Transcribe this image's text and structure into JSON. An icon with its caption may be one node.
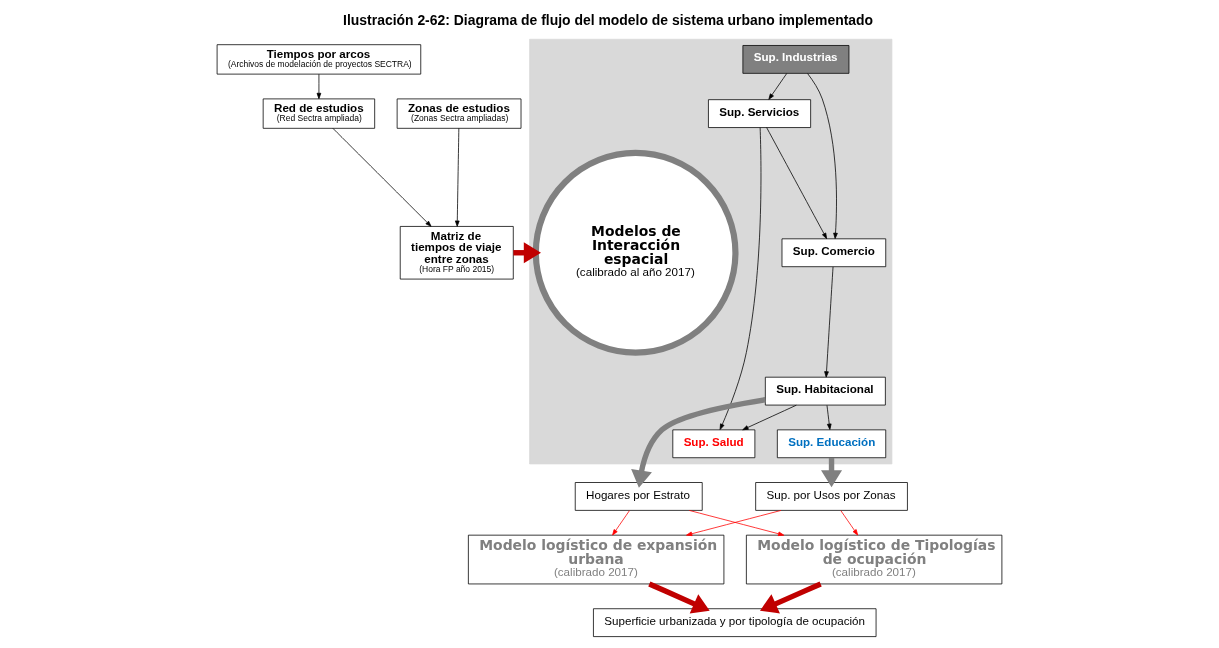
{
  "diagram": {
    "title": "Ilustración 2-62: Diagrama de flujo del modelo de sistema urbano implementado",
    "nodes": [
      {
        "text": [
          "Tiempos por arcos",
          "(Archivos de modelación de proyectos SECTRA)"
        ]
      },
      {
        "text": [
          "Red de estudios",
          "(Red Sectra ampliada)"
        ]
      },
      {
        "text": [
          "Zonas de estudios",
          "(Zonas Sectra ampliadas)"
        ]
      },
      {
        "text": [
          "Matriz de tiempos de viaje entre zonas",
          "(Hora FP año 2015)"
        ]
      },
      {
        "text": [],
        "shape": "box"
      },
      {
        "text": [
          "Modelos de Interacción espacial",
          "(calibrado al año 2017)"
        ],
        "in": 4
      },
      {
        "text": [
          "Sup. Servicios"
        ],
        "in": 4
      },
      {
        "text": [
          "Sup. Industrias"
        ],
        "in": 4
      },
      {
        "text": [
          "Sup. Comercio"
        ],
        "in": 4
      },
      {
        "text": [
          "Sup. Salud"
        ],
        "in": 4
      },
      {
        "text": [
          "Sup. Habitacional"
        ],
        "in": 4
      },
      {
        "text": [
          "Sup. Educación"
        ],
        "in": 4
      },
      {
        "text": [
          "Hogares por Estrato"
        ]
      },
      {
        "text": [
          "Sup. por Usos por Zonas"
        ]
      },
      {
        "text": [
          "Modelo logístico de expansión urbana",
          "(calibrado 2017)"
        ]
      },
      {
        "text": [
          "Modelo logístico de Tipologías de ocupación",
          "(calibrado 2017)"
        ]
      },
      {
        "text": [
          "Superficie urbanizada y por tipología de ocupación"
        ]
      }
    ],
    "edges": [
      {
        "from": 0,
        "to": 1,
        "arrow": "to"
      },
      {
        "from": 1,
        "to": 3,
        "arrow": "to"
      },
      {
        "from": 2,
        "to": 3,
        "arrow": "to"
      },
      {
        "from": 3,
        "to": 5,
        "arrow": "to",
        "style": "thick",
        "color": "#c00000"
      },
      {
        "from": 7,
        "to": 6,
        "arrow": "to"
      },
      {
        "from": 7,
        "to": 8,
        "arrow": "to"
      },
      {
        "from": 6,
        "to": 8,
        "arrow": "to"
      },
      {
        "from": 6,
        "to": 9,
        "arrow": "to"
      },
      {
        "from": 8,
        "to": 10,
        "arrow": "to"
      },
      {
        "from": 10,
        "to": 9,
        "arrow": "to"
      },
      {
        "from": 10,
        "to": 11,
        "arrow": "to"
      },
      {
        "from": 10,
        "to": 12,
        "arrow": "to",
        "style": "thick",
        "color": "#808080"
      },
      {
        "from": 11,
        "to": 13,
        "arrow": "to",
        "style": "thick",
        "color": "#808080"
      },
      {
        "from": 12,
        "to": 14,
        "arrow": "to",
        "color": "#ff0000"
      },
      {
        "from": 12,
        "to": 15,
        "arrow": "to",
        "color": "#ff0000"
      },
      {
        "from": 13,
        "to": 14,
        "arrow": "to",
        "color": "#ff0000"
      },
      {
        "from": 13,
        "to": 15,
        "arrow": "to",
        "color": "#ff0000"
      },
      {
        "from": 14,
        "to": 16,
        "arrow": "to",
        "style": "thick",
        "color": "#c00000"
      },
      {
        "from": 15,
        "to": 16,
        "arrow": "to",
        "style": "thick",
        "color": "#c00000"
      }
    ]
  }
}
